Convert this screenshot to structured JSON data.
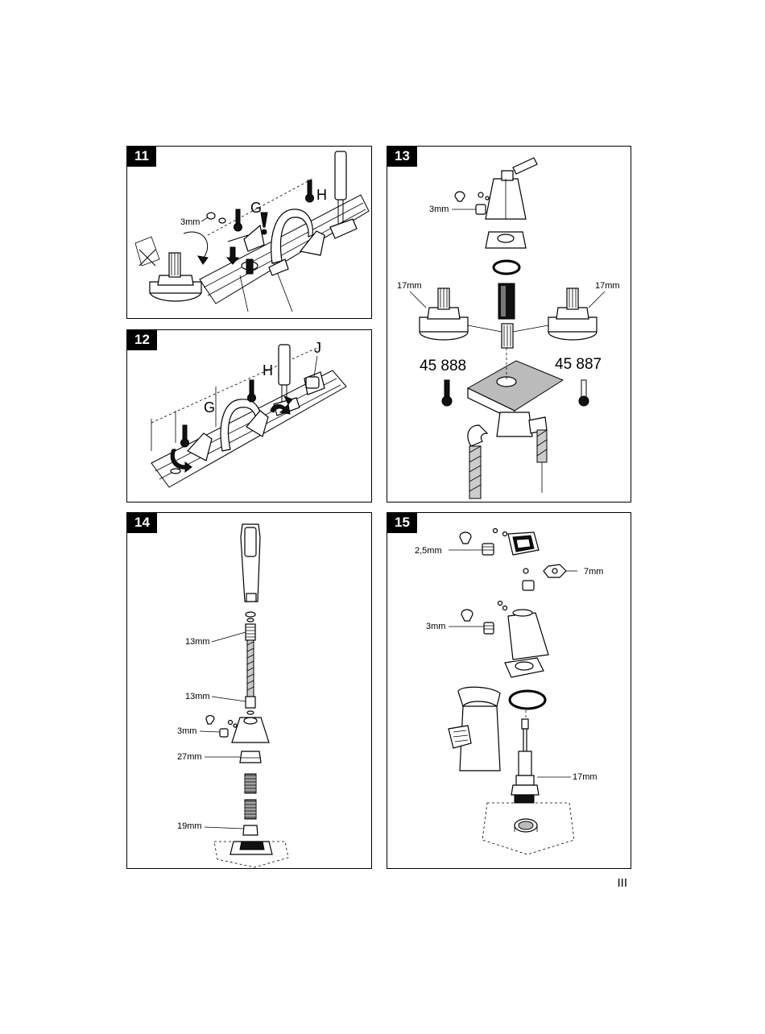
{
  "page_number": "III",
  "panels": [
    {
      "step": "11",
      "labels": {
        "wrench": "3mm",
        "g": "G",
        "h": "H"
      }
    },
    {
      "step": "12",
      "labels": {
        "g": "G",
        "h": "H",
        "j": "J"
      }
    },
    {
      "step": "13",
      "labels": {
        "wrench": "3mm",
        "left_nut": "17mm",
        "right_nut": "17mm",
        "left_part": "45 888",
        "right_part": "45 887"
      }
    },
    {
      "step": "14",
      "labels": {
        "a": "13mm",
        "b": "13mm",
        "c": "3mm",
        "d": "27mm",
        "e": "19mm"
      }
    },
    {
      "step": "15",
      "labels": {
        "a": "2,5mm",
        "b": "7mm",
        "c": "3mm",
        "d": "17mm"
      }
    }
  ],
  "icons": [
    "hot-thermometer-icon",
    "cold-thermometer-icon",
    "warning-exclamation-icon",
    "rotate-arrow-icon"
  ]
}
